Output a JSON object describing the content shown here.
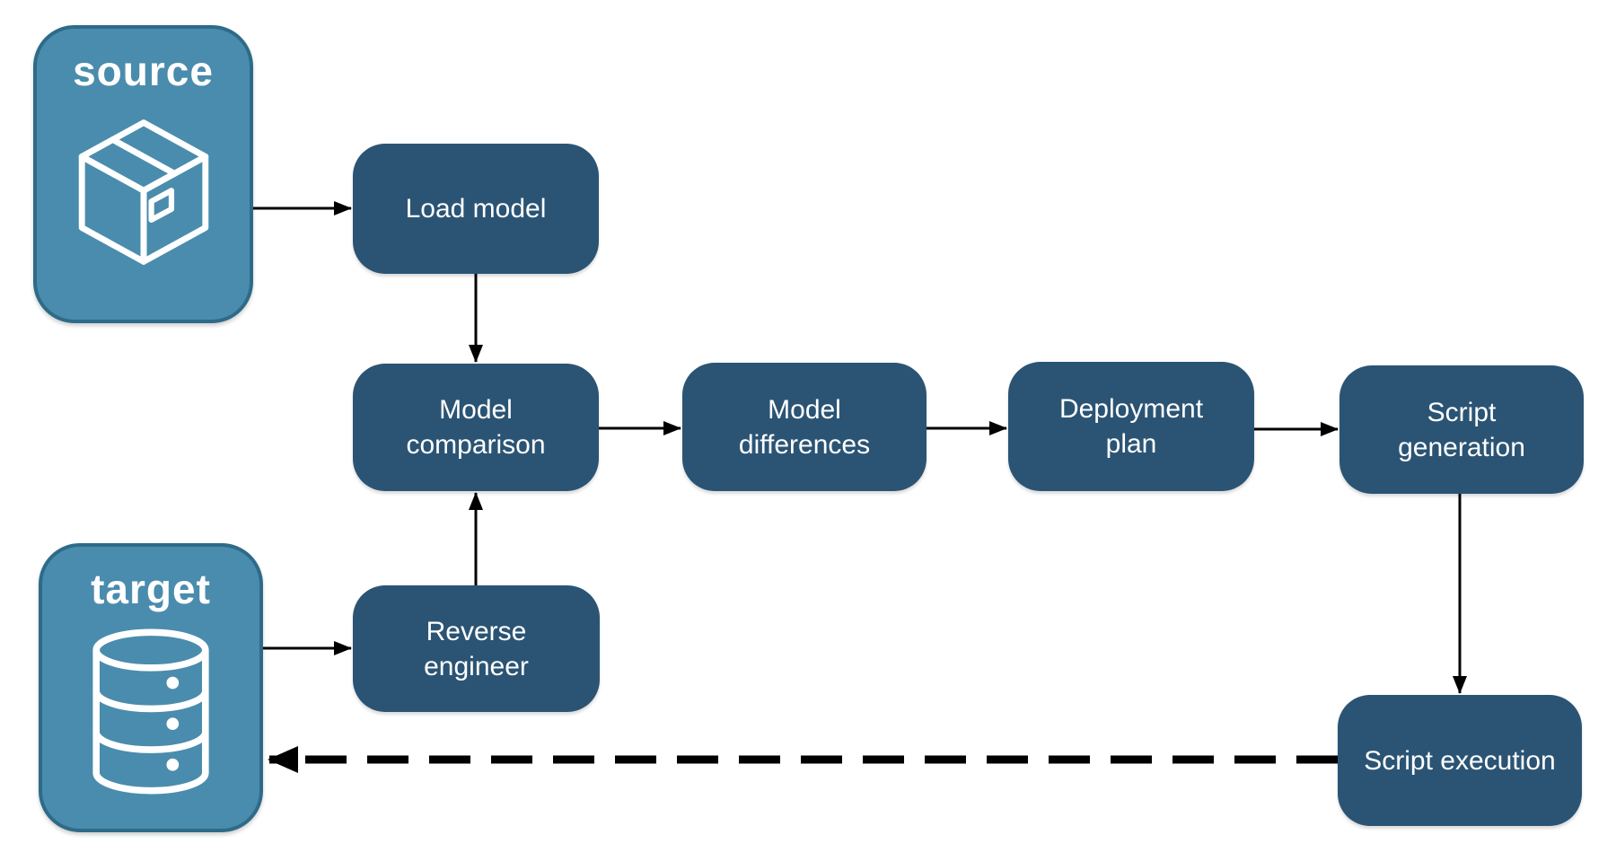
{
  "diagram": {
    "endpoints": [
      {
        "id": "source",
        "label": "source",
        "icon": "package-icon"
      },
      {
        "id": "target",
        "label": "target",
        "icon": "database-icon"
      }
    ],
    "nodes": [
      {
        "id": "load-model",
        "label": "Load model"
      },
      {
        "id": "model-comparison",
        "label": "Model comparison"
      },
      {
        "id": "model-differences",
        "label": "Model differences"
      },
      {
        "id": "deployment-plan",
        "label": "Deployment plan"
      },
      {
        "id": "script-generation",
        "label": "Script generation"
      },
      {
        "id": "reverse-engineer",
        "label": "Reverse engineer"
      },
      {
        "id": "script-execution",
        "label": "Script execution"
      }
    ],
    "edges": [
      {
        "from": "source",
        "to": "load-model",
        "style": "solid"
      },
      {
        "from": "load-model",
        "to": "model-comparison",
        "style": "solid"
      },
      {
        "from": "target",
        "to": "reverse-engineer",
        "style": "solid"
      },
      {
        "from": "reverse-engineer",
        "to": "model-comparison",
        "style": "solid"
      },
      {
        "from": "model-comparison",
        "to": "model-differences",
        "style": "solid"
      },
      {
        "from": "model-differences",
        "to": "deployment-plan",
        "style": "solid"
      },
      {
        "from": "deployment-plan",
        "to": "script-generation",
        "style": "solid"
      },
      {
        "from": "script-generation",
        "to": "script-execution",
        "style": "solid"
      },
      {
        "from": "script-execution",
        "to": "target",
        "style": "dashed"
      }
    ],
    "colors": {
      "node_fill": "#2B5474",
      "endpoint_fill": "#4A8CAD",
      "endpoint_border": "#2E6B89",
      "label_text": "#FFFFFF",
      "arrow": "#000000",
      "background": "#FFFFFF"
    }
  }
}
